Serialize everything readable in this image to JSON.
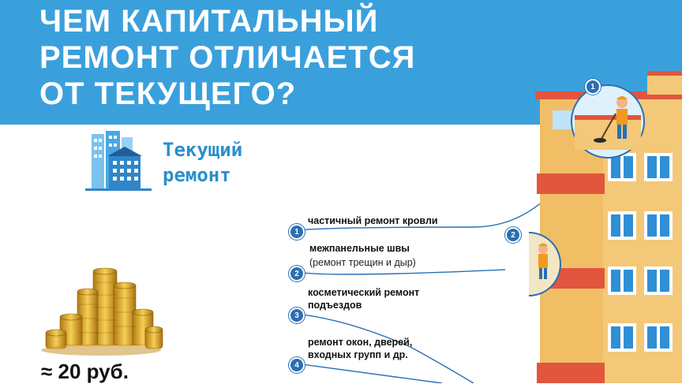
{
  "header": {
    "title_lines": [
      "ЧЕМ КАПИТАЛЬНЫЙ",
      "РЕМОНТ ОТЛИЧАЕТСЯ",
      "ОТ ТЕКУЩЕГО?"
    ]
  },
  "section": {
    "subtitle_lines": [
      "Текущий",
      "ремонт"
    ]
  },
  "items": [
    {
      "number": "1",
      "label": "частичный ремонт кровли",
      "note": ""
    },
    {
      "number": "2",
      "label": "межпанельные швы",
      "note": "(ремонт трещин и дыр)"
    },
    {
      "number": "3",
      "label": "косметический ремонт подъездов",
      "note": ""
    },
    {
      "number": "4",
      "label": "ремонт окон, дверей, входных групп и др.",
      "note": ""
    }
  ],
  "callouts": [
    {
      "number": "1"
    },
    {
      "number": "2"
    }
  ],
  "price": {
    "text": "≈ 20 руб."
  },
  "colors": {
    "header_bg": "#3aa0dc",
    "accent_blue": "#2a8fcc",
    "badge_blue": "#2a6fb3",
    "building_wall": "#f3c878",
    "balcony_red": "#e2553e",
    "window_blue": "#2f8fd6"
  }
}
